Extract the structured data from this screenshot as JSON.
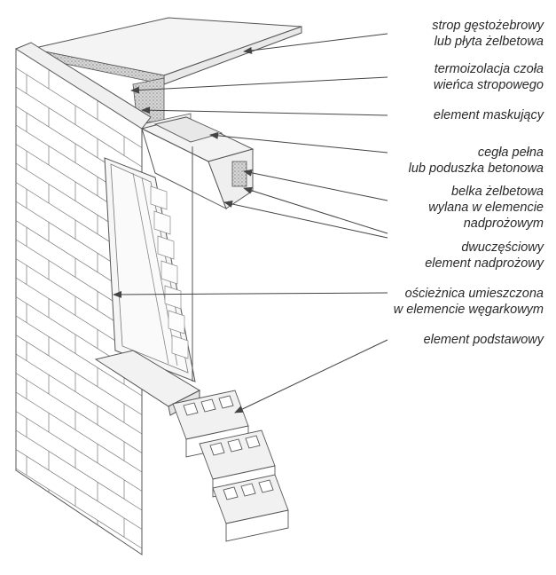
{
  "labels": [
    {
      "id": "floor-slab",
      "lines": [
        "strop gęstożebrowy",
        "lub płyta żelbetowa"
      ]
    },
    {
      "id": "ring-insulation",
      "lines": [
        "termoizolacja czoła",
        "wieńca stropowego"
      ]
    },
    {
      "id": "masking-element",
      "lines": [
        "element maskujący"
      ]
    },
    {
      "id": "brick-or-pad",
      "lines": [
        "cegła pełna",
        "lub poduszka betonowa"
      ]
    },
    {
      "id": "rc-beam",
      "lines": [
        "belka żelbetowa",
        "wylana w elemencie",
        "nadprożowym"
      ]
    },
    {
      "id": "two-part-lintel",
      "lines": [
        "dwuczęściowy",
        "element nadprożowy"
      ]
    },
    {
      "id": "jamb-frame",
      "lines": [
        "ościeżnica umieszczona",
        "w elemencie węgarkowym"
      ]
    },
    {
      "id": "base-element",
      "lines": [
        "element podstawowy"
      ]
    }
  ],
  "colors": {
    "line": "#555555",
    "wall_face": "#ffffff",
    "wall_shade": "#eeeeee",
    "insulation": "#cfcfcf",
    "concrete": "#e6e6e6",
    "glass": "#f2f2f2"
  }
}
